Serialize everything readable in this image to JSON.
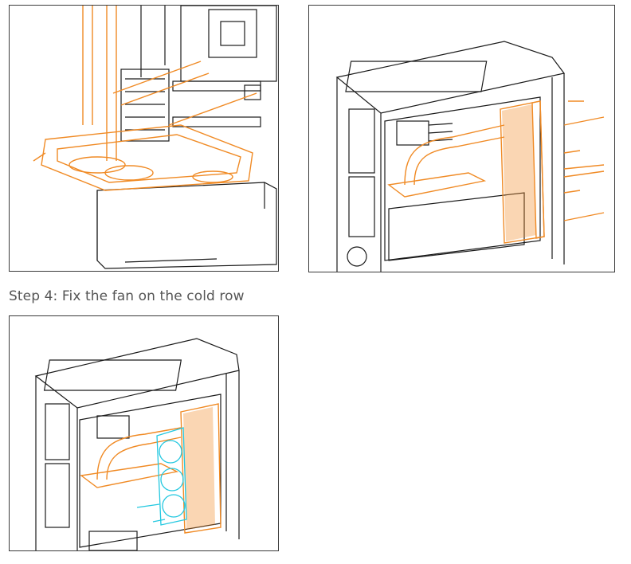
{
  "step4": {
    "title": "Step 4: Fix the fan on the cold row"
  },
  "colors": {
    "line": "#1a1a1a",
    "orange": "#f08a24",
    "cyan": "#23c8e0"
  },
  "figures": [
    {
      "id": "gpu-radiator-mount",
      "subject": "GPU water block with tubes mounted in case"
    },
    {
      "id": "radiator-side-mount",
      "subject": "radiator mounted on case side with screws"
    },
    {
      "id": "fan-on-cold-row",
      "subject": "fans attached to radiator cold row"
    }
  ]
}
